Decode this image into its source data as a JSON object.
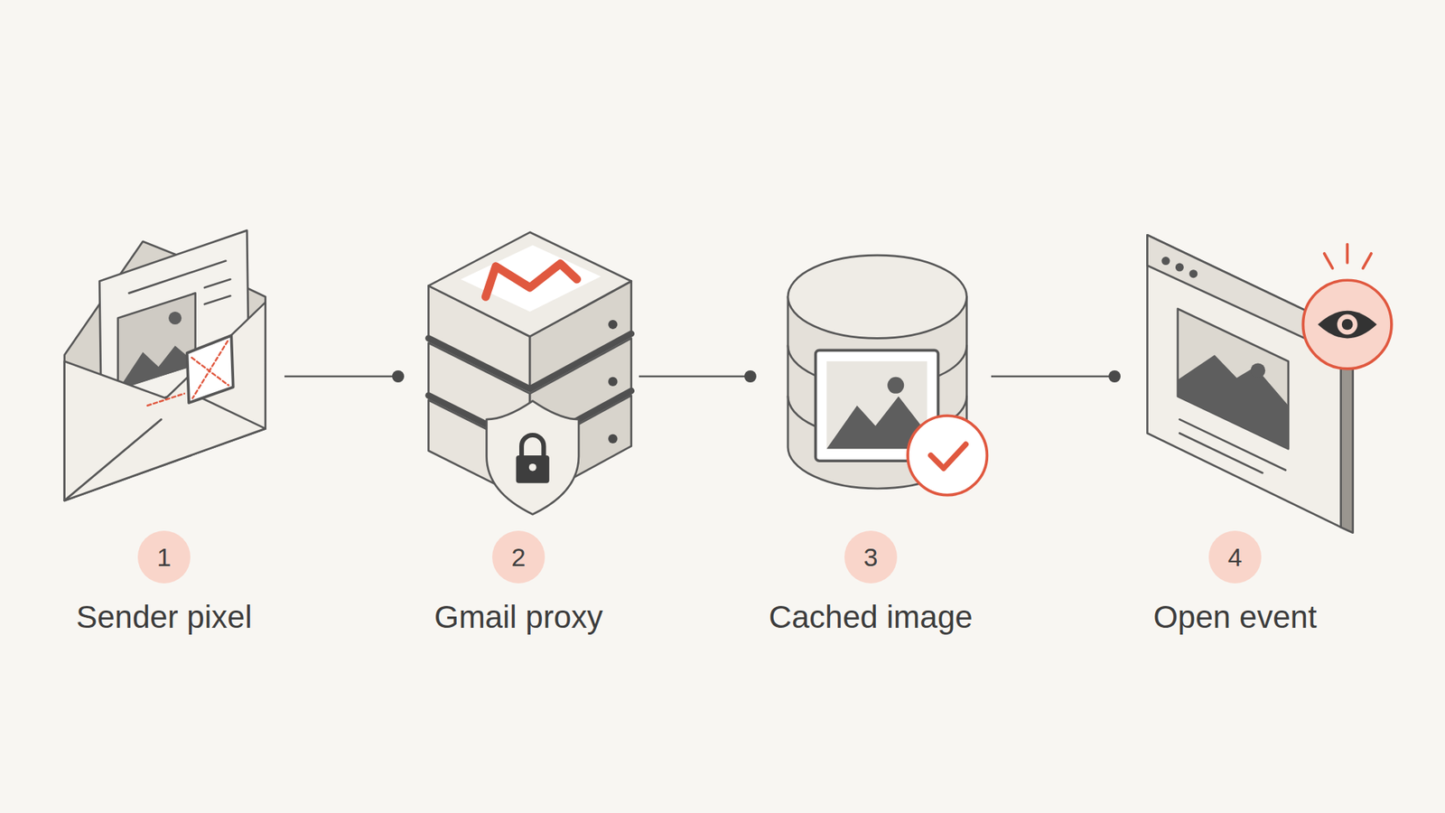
{
  "diagram": {
    "nodes": [
      {
        "text": [
          "1",
          "Sender pixel"
        ]
      },
      {
        "text": [
          "2",
          "Gmail proxy"
        ]
      },
      {
        "text": [
          "3",
          "Cached image"
        ]
      },
      {
        "text": [
          "4",
          "Open event"
        ]
      }
    ],
    "edges": [
      {
        "from": 0,
        "to": 1,
        "arrow": "to"
      },
      {
        "from": 1,
        "to": 2,
        "arrow": "to"
      },
      {
        "from": 2,
        "to": 3,
        "arrow": "to"
      }
    ]
  }
}
